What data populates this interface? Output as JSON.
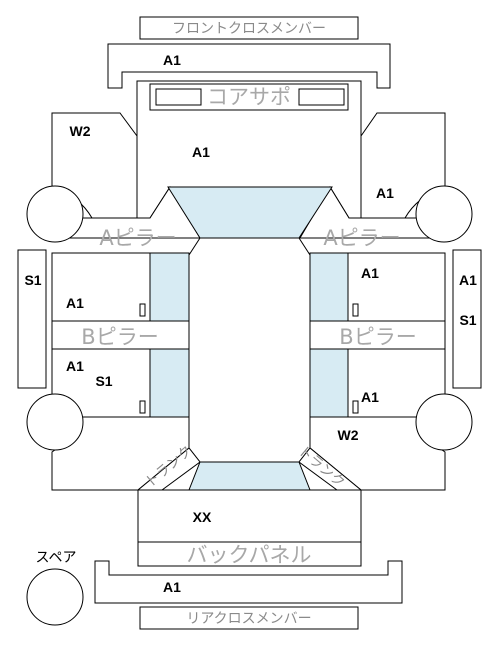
{
  "panels": {
    "front_cross_member": "フロントクロスメンバー",
    "core_support": "コアサポ",
    "a_pillar_left": "Aピラー",
    "a_pillar_right": "Aピラー",
    "b_pillar_left": "Bピラー",
    "b_pillar_right": "Bピラー",
    "back_panel": "バックパネル",
    "rear_cross_member": "リアクロスメンバー",
    "trunk_left": "トランク",
    "trunk_right": "トランク",
    "spare": "スペア"
  },
  "grades": {
    "front_cross": "A1",
    "hood": "A1",
    "front_left_fender": "W2",
    "front_right_fender": "A1",
    "left_sill": "S1",
    "right_sill_top": "A1",
    "right_sill_bottom": "S1",
    "front_left_door": "A1",
    "front_right_door": "A1",
    "rear_left_door": "A1",
    "rear_left_door_sub": "S1",
    "rear_right_door": "A1",
    "rear_right_fender": "W2",
    "trunk_lid": "XX",
    "rear_cross": "A1"
  }
}
